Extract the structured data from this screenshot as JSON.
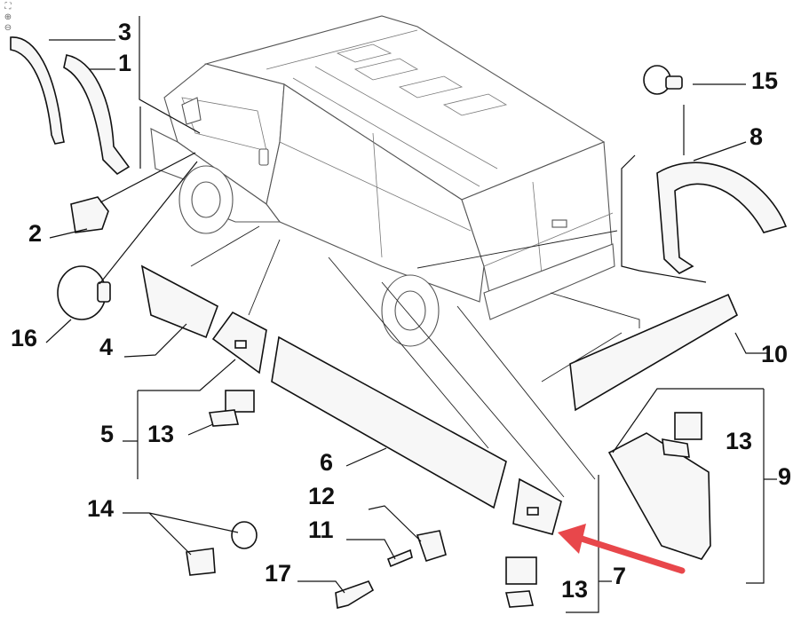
{
  "colors": {
    "ink": "#111111",
    "arrow": "#e8474b",
    "panel_fill": "#f7f7f7",
    "background": "#ffffff"
  },
  "toolbar": {
    "icons": [
      "fit-icon",
      "zoom-in-icon",
      "zoom-out-icon"
    ],
    "fit_glyph": "⛶",
    "zoom_in_glyph": "⊕",
    "zoom_out_glyph": "⊖"
  },
  "callouts": {
    "c1": "1",
    "c2": "2",
    "c3": "3",
    "c4": "4",
    "c5": "5",
    "c6": "6",
    "c7": "7",
    "c8": "8",
    "c9": "9",
    "c10": "10",
    "c11": "11",
    "c12": "12",
    "c13a": "13",
    "c13b": "13",
    "c13c": "13",
    "c14": "14",
    "c15": "15",
    "c16": "16",
    "c17": "17"
  }
}
